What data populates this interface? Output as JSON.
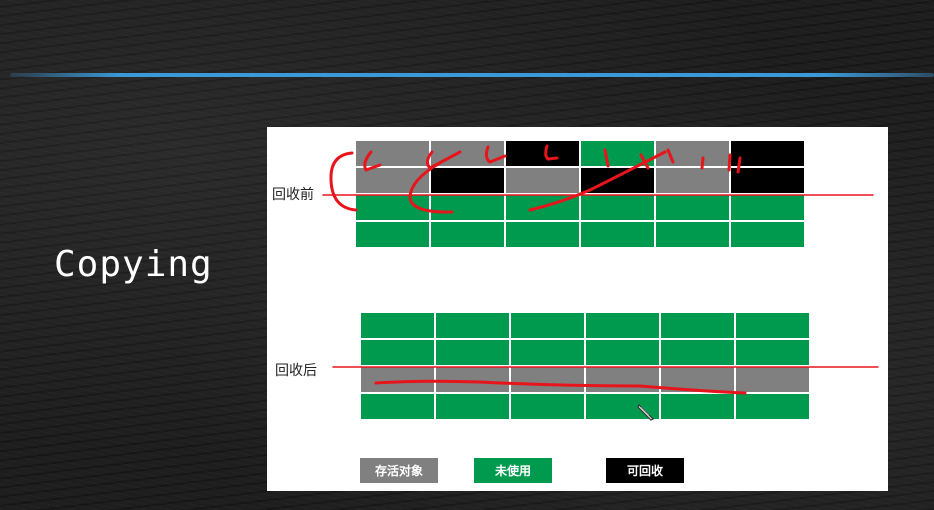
{
  "slide": {
    "title": "Copying"
  },
  "diagram": {
    "before_label": "回收前",
    "after_label": "回收后",
    "before_rows": [
      [
        "live",
        "live",
        "dead",
        "free",
        "live",
        "dead"
      ],
      [
        "live",
        "dead",
        "live",
        "dead",
        "live",
        "dead"
      ],
      [
        "free",
        "free",
        "free",
        "free",
        "free",
        "free"
      ],
      [
        "free",
        "free",
        "free",
        "free",
        "free",
        "free"
      ]
    ],
    "after_rows": [
      [
        "free",
        "free",
        "free",
        "free",
        "free",
        "free"
      ],
      [
        "free",
        "free",
        "free",
        "free",
        "free",
        "free"
      ],
      [
        "live",
        "live",
        "live",
        "live",
        "live",
        "live"
      ],
      [
        "free",
        "free",
        "free",
        "free",
        "free",
        "free"
      ]
    ],
    "legend": [
      {
        "key": "live",
        "label": "存活对象",
        "color": "#808080"
      },
      {
        "key": "free",
        "label": "未使用",
        "color": "#009a4e"
      },
      {
        "key": "dead",
        "label": "可回收",
        "color": "#000000"
      }
    ]
  },
  "colors": {
    "accent_line": "#3a9ad9",
    "annotation": "#e8141c",
    "live": "#808080",
    "free": "#009a4e",
    "dead": "#000000"
  },
  "icons": {
    "cursor": "pencil-cursor-icon"
  }
}
